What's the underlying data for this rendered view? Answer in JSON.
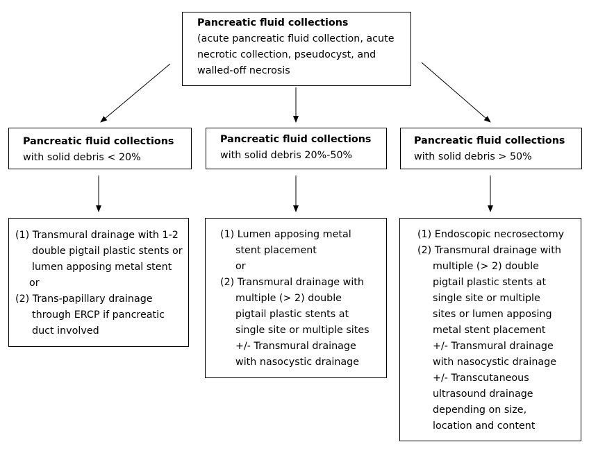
{
  "root": {
    "title": "Pancreatic fluid collections",
    "lines": [
      "(acute pancreatic fluid collection, acute",
      "necrotic collection, pseudocyst, and",
      "walled-off necrosis"
    ]
  },
  "categories": [
    {
      "title": "Pancreatic fluid collections",
      "subtitle": "with solid debris  < 20%"
    },
    {
      "title": "Pancreatic fluid collections",
      "subtitle": "with solid debris 20%-50%"
    },
    {
      "title": "Pancreatic fluid collections",
      "subtitle": "with solid debris > 50%"
    }
  ],
  "treatments": [
    {
      "lines": [
        "(1) Transmural drainage with 1-2",
        "double pigtail plastic stents or",
        "lumen apposing metal stent",
        "or",
        "(2) Trans-papillary drainage",
        "through ERCP if pancreatic",
        "duct involved"
      ]
    },
    {
      "lines": [
        "(1) Lumen apposing metal",
        "stent placement",
        "or",
        "(2) Transmural drainage with",
        "multiple (> 2) double",
        "pigtail plastic stents at",
        "single site or multiple sites",
        "+/- Transmural drainage",
        "with nasocystic drainage"
      ]
    },
    {
      "lines": [
        "(1) Endoscopic necrosectomy",
        "(2) Transmural drainage with",
        "multiple (> 2) double",
        "pigtail plastic stents at",
        "single site or multiple",
        "sites or lumen apposing",
        "metal stent placement",
        "+/- Transmural drainage",
        "with nasocystic drainage",
        "+/- Transcutaneous",
        "ultrasound drainage",
        "depending on size,",
        "location and content"
      ]
    }
  ]
}
